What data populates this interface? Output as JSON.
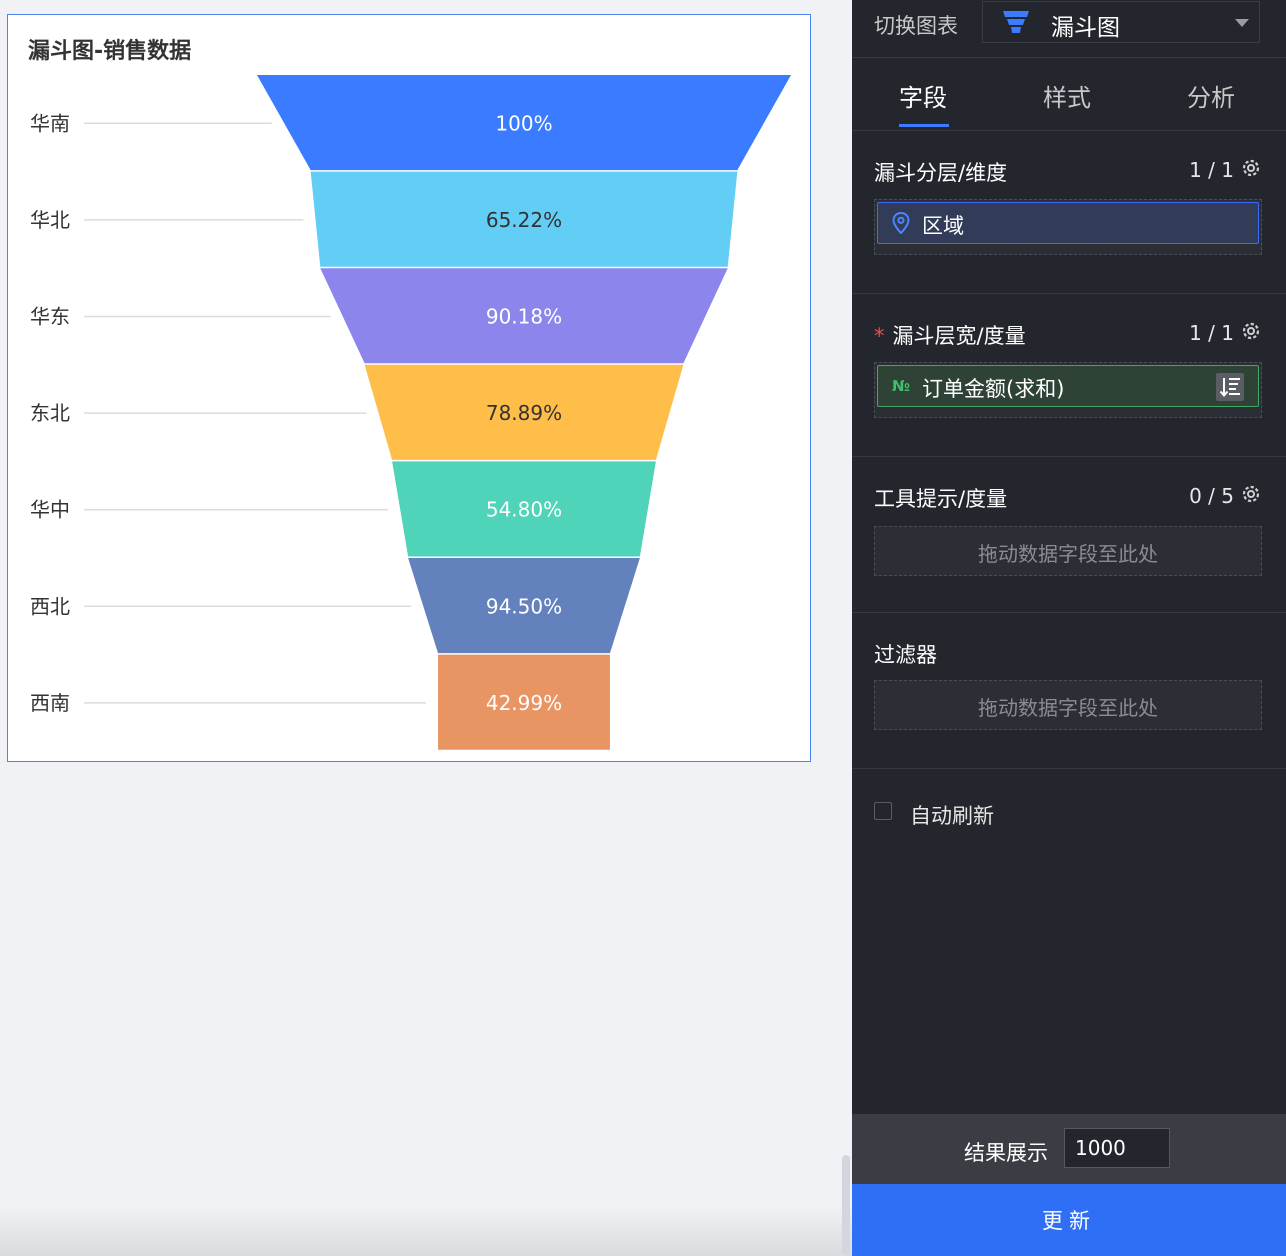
{
  "chart": {
    "title": "漏斗图-销售数据"
  },
  "chart_data": {
    "type": "funnel",
    "categories": [
      "华南",
      "华北",
      "华东",
      "东北",
      "华中",
      "西北",
      "西南"
    ],
    "percent_labels": [
      "100%",
      "65.22%",
      "90.18%",
      "78.89%",
      "54.80%",
      "94.50%",
      "42.99%"
    ],
    "relative_widths": [
      1.0,
      0.799,
      0.763,
      0.597,
      0.494,
      0.434,
      0.322
    ],
    "colors": [
      "#3a7bff",
      "#62cdf5",
      "#8c86ec",
      "#ffbe4a",
      "#4fd3b9",
      "#6381bd",
      "#e99563"
    ],
    "label_colors": [
      "#ffffff",
      "#333333",
      "#ffffff",
      "#333333",
      "#ffffff",
      "#ffffff",
      "#ffffff"
    ]
  },
  "panel": {
    "switch_label": "切换图表",
    "chart_type_value": "漏斗图",
    "icons": {
      "chart_type": "funnel-icon",
      "dimension": "location-pin-icon",
      "gear": "gear-icon",
      "sort": "sort-icon",
      "dropdown": "chevron-down-icon"
    },
    "tabs": [
      "字段",
      "样式",
      "分析"
    ],
    "active_tab": 0,
    "sections": {
      "dimension": {
        "title": "漏斗分层/维度",
        "count": "1 / 1",
        "field": "区域"
      },
      "measure": {
        "required_mark": "*",
        "title": "漏斗层宽/度量",
        "count": "1 / 1",
        "field_type": "№",
        "field": "订单金额(求和)"
      },
      "tooltip": {
        "title": "工具提示/度量",
        "count": "0 / 5",
        "drop_hint": "拖动数据字段至此处"
      },
      "filter": {
        "title": "过滤器",
        "drop_hint": "拖动数据字段至此处"
      }
    },
    "auto_refresh_label": "自动刷新",
    "result_label": "结果展示",
    "result_value": "1000",
    "update_label": "更新",
    "accent_color": "#2f6ff5"
  }
}
